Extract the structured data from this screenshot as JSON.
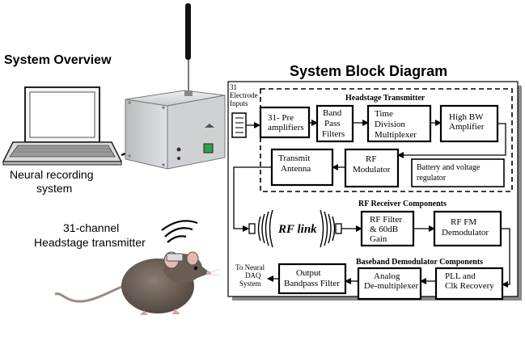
{
  "overview": {
    "title": "System Overview",
    "computer_label_1": "Neural recording",
    "computer_label_2": "system",
    "rat_label_1": "31-channel",
    "rat_label_2": "Headstage transmitter"
  },
  "block_diagram": {
    "title": "System Block Diagram",
    "electrode_inputs": [
      "31",
      "Electrode",
      "Inputs"
    ],
    "headstage_title": "Headstage Transmitter",
    "preamp": [
      "31- Pre",
      "amplifiers"
    ],
    "bandpass": [
      "Band",
      "Pass",
      "Filters"
    ],
    "tdm": [
      "Time",
      "Division",
      "Multiplexer"
    ],
    "highbw": [
      "High BW",
      "Amplifier"
    ],
    "rf_modulator": [
      "RF",
      "Modulator"
    ],
    "transmit_antenna": [
      "Transmit",
      "Antenna"
    ],
    "battery": [
      "Battery and voltage",
      "regulator"
    ],
    "rf_receiver_title": "RF Receiver Components",
    "rf_link": "RF link",
    "rf_filter": [
      "RF Filter",
      "& 60dB",
      "Gain"
    ],
    "rf_fm_demod": [
      "RF FM",
      "Demodulator"
    ],
    "baseband_title": "Baseband Demodulator  Components",
    "pll": [
      "PLL and",
      "Clk Recovery"
    ],
    "analog_demux": [
      "Analog",
      "De-multiplexer"
    ],
    "output_filter": [
      "Output",
      "Bandpass Filter"
    ],
    "to_daq": [
      "To Neural",
      "DAQ",
      "System"
    ]
  },
  "colors": {
    "outline": "#000000",
    "device_body": "#d8d9dc",
    "rat_body": "#6e625a",
    "led_green": "#2fa24a"
  }
}
